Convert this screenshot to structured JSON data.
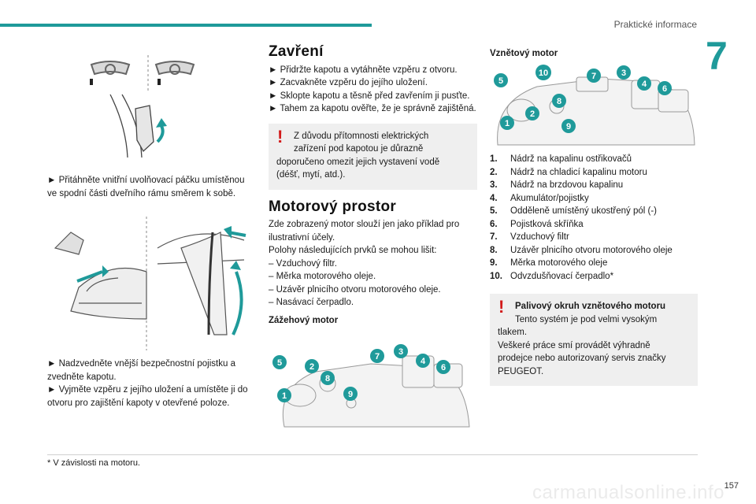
{
  "header": {
    "section_title": "Praktické informace",
    "chapter_number": "7",
    "accent": "#1f9a9a"
  },
  "col1": {
    "p1": "► Přitáhněte vnitřní uvolňovací páčku umístěnou ve spodní části dveřního rámu směrem k sobě.",
    "p2a": "► Nadzvedněte vnější bezpečnostní pojistku a zvedněte kapotu.",
    "p2b": "► Vyjměte vzpěru z jejího uložení a umístěte ji do otvoru pro zajištění kapoty v otevřené poloze."
  },
  "col2": {
    "h_close": "Zavření",
    "close_steps": [
      "► Přidržte kapotu a vytáhněte vzpěru z otvoru.",
      "► Zacvakněte vzpěru do jejího uložení.",
      "► Sklopte kapotu a těsně před zavřením ji pusťte.",
      "► Tahem za kapotu ověřte, že je správně zajištěná."
    ],
    "warning1": {
      "l1": "Z důvodu přítomnosti elektrických",
      "l2": "zařízení pod kapotou je důrazně",
      "l3": "doporučeno omezit jejich vystavení vodě",
      "l4": "(déšť, mytí, atd.)."
    },
    "h_engine": "Motorový prostor",
    "engine_intro": "Zde zobrazený motor slouží jen jako příklad pro ilustrativní účely.",
    "engine_vary": "Polohy následujících prvků se mohou lišit:",
    "vary_items": [
      "– Vzduchový filtr.",
      "– Měrka motorového oleje.",
      "– Uzávěr plnicího otvoru motorového oleje.",
      "– Nasávací čerpadlo."
    ],
    "h_petrol": "Zážehový motor",
    "petrol_callouts": [
      "5",
      "2",
      "8",
      "9",
      "1",
      "7",
      "3",
      "4",
      "6"
    ]
  },
  "col3": {
    "h_diesel": "Vznětový motor",
    "diesel_callouts": [
      "5",
      "10",
      "7",
      "3",
      "4",
      "6",
      "8",
      "2",
      "1",
      "9"
    ],
    "legend": [
      {
        "n": "1.",
        "t": "Nádrž na kapalinu ostřikovačů"
      },
      {
        "n": "2.",
        "t": "Nádrž na chladicí kapalinu motoru"
      },
      {
        "n": "3.",
        "t": "Nádrž na brzdovou kapalinu"
      },
      {
        "n": "4.",
        "t": "Akumulátor/pojistky"
      },
      {
        "n": "5.",
        "t": "Odděleně umístěný ukostřený pól (-)"
      },
      {
        "n": "6.",
        "t": "Pojistková skříňka"
      },
      {
        "n": "7.",
        "t": "Vzduchový filtr"
      },
      {
        "n": "8.",
        "t": "Uzávěr plnicího otvoru motorového oleje"
      },
      {
        "n": "9.",
        "t": "Měrka motorového oleje"
      },
      {
        "n": "10.",
        "t": "Odvzdušňovací čerpadlo*"
      }
    ],
    "warning2": {
      "title": "Palivový okruh vznětového motoru",
      "l1": "Tento systém je pod velmi vysokým",
      "l2": "tlakem.",
      "l3": "Veškeré práce smí provádět výhradně",
      "l4": "prodejce nebo autorizovaný servis značky",
      "l5": "PEUGEOT."
    }
  },
  "footer": {
    "footnote": "* V závislosti na motoru.",
    "page_number": "157",
    "watermark": "carmanualsonline.info"
  }
}
